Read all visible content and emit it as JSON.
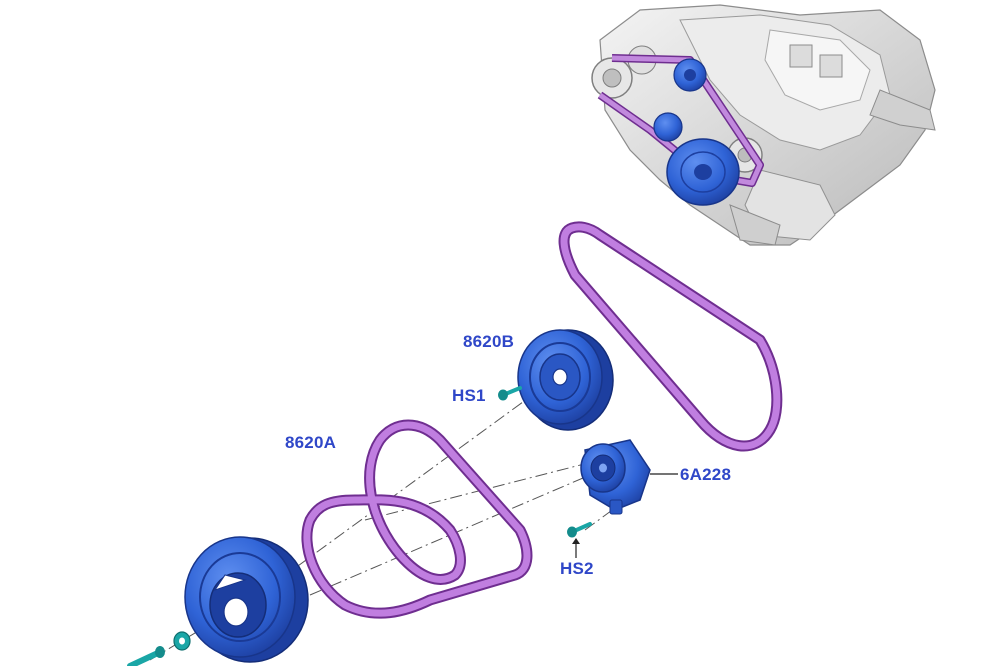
{
  "labels": {
    "pulley_b": "8620B",
    "bolt_hs1": "HS1",
    "belt_a": "8620A",
    "tensioner": "6A228",
    "bolt_hs2": "HS2"
  },
  "colors": {
    "part_blue": "#2f63d6",
    "part_blue_dark": "#1d3fa0",
    "belt_purple": "#b86ad8",
    "belt_edge": "#6f2e90",
    "bolt_teal": "#1aa6a6",
    "label_blue": "#2f47c8",
    "engine_gray": "#d9d9d9"
  },
  "icons": [
    "engine-inset-illustration",
    "crank-pulley-illustration",
    "idler-pulley-illustration",
    "tensioner-illustration",
    "belt-illustration",
    "bolt-illustration"
  ]
}
